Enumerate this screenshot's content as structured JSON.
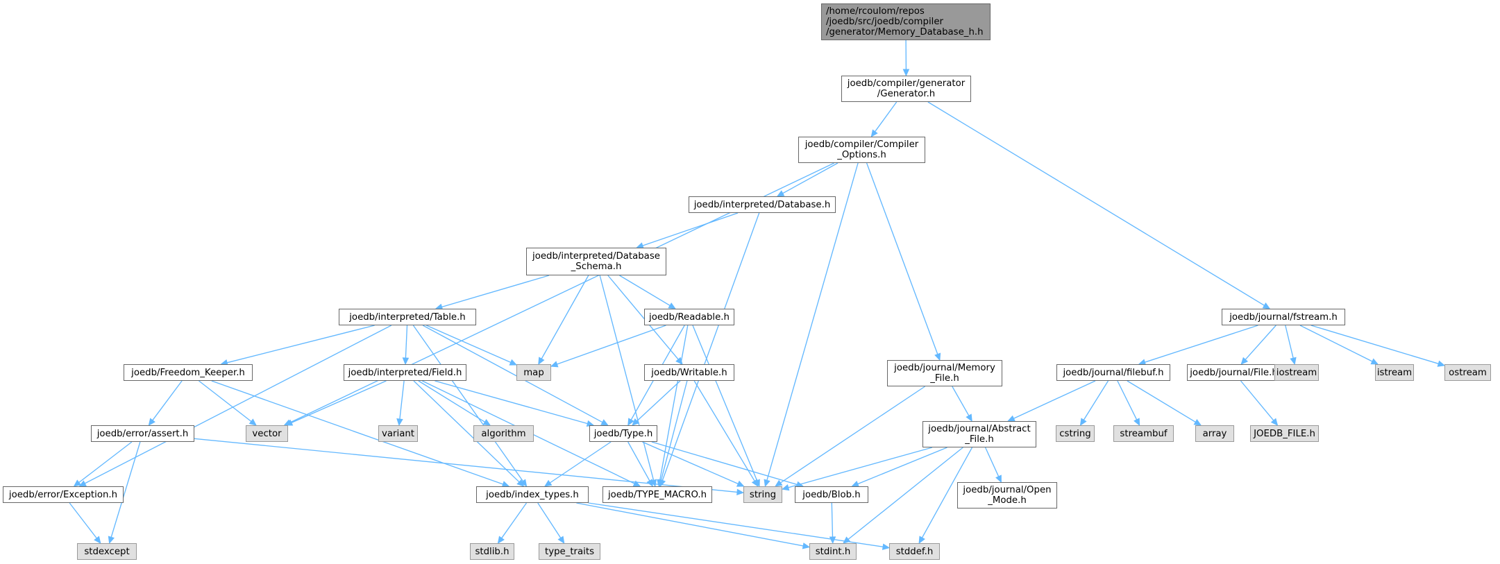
{
  "graph": {
    "title": "",
    "colors": {
      "edge": "#63b8ff",
      "node_border": "#666666",
      "root_fill": "#999999",
      "external_fill": "#e0e0e0"
    },
    "nodes": [
      {
        "id": "root",
        "label": "/home/rcoulom/repos\n/joedb/src/joedb/compiler\n/generator/Memory_Database_h.h",
        "kind": "root"
      },
      {
        "id": "generator",
        "label": "joedb/compiler/generator\n/Generator.h",
        "kind": "header"
      },
      {
        "id": "compiler_options",
        "label": "joedb/compiler/Compiler\n_Options.h",
        "kind": "header"
      },
      {
        "id": "interp_database",
        "label": "joedb/interpreted/Database.h",
        "kind": "header"
      },
      {
        "id": "db_schema",
        "label": "joedb/interpreted/Database\n_Schema.h",
        "kind": "header"
      },
      {
        "id": "interp_table",
        "label": "joedb/interpreted/Table.h",
        "kind": "header"
      },
      {
        "id": "readable",
        "label": "joedb/Readable.h",
        "kind": "header"
      },
      {
        "id": "fstream",
        "label": "joedb/journal/fstream.h",
        "kind": "header"
      },
      {
        "id": "map",
        "label": "map",
        "kind": "external"
      },
      {
        "id": "freedom_keeper",
        "label": "joedb/Freedom_Keeper.h",
        "kind": "header"
      },
      {
        "id": "interp_field",
        "label": "joedb/interpreted/Field.h",
        "kind": "header"
      },
      {
        "id": "writable",
        "label": "joedb/Writable.h",
        "kind": "header"
      },
      {
        "id": "memory_file",
        "label": "joedb/journal/Memory\n_File.h",
        "kind": "header"
      },
      {
        "id": "filebuf",
        "label": "joedb/journal/filebuf.h",
        "kind": "header"
      },
      {
        "id": "journal_file",
        "label": "joedb/journal/File.h",
        "kind": "header"
      },
      {
        "id": "iostream",
        "label": "iostream",
        "kind": "external"
      },
      {
        "id": "istream",
        "label": "istream",
        "kind": "external"
      },
      {
        "id": "ostream",
        "label": "ostream",
        "kind": "external"
      },
      {
        "id": "assert",
        "label": "joedb/error/assert.h",
        "kind": "header"
      },
      {
        "id": "vector",
        "label": "vector",
        "kind": "external"
      },
      {
        "id": "variant",
        "label": "variant",
        "kind": "external"
      },
      {
        "id": "algorithm",
        "label": "algorithm",
        "kind": "external"
      },
      {
        "id": "type_h",
        "label": "joedb/Type.h",
        "kind": "header"
      },
      {
        "id": "abstract_file",
        "label": "joedb/journal/Abstract\n_File.h",
        "kind": "header"
      },
      {
        "id": "cstring",
        "label": "cstring",
        "kind": "external"
      },
      {
        "id": "streambuf",
        "label": "streambuf",
        "kind": "external"
      },
      {
        "id": "array",
        "label": "array",
        "kind": "external"
      },
      {
        "id": "joedb_file_h",
        "label": "JOEDB_FILE.h",
        "kind": "external"
      },
      {
        "id": "exception",
        "label": "joedb/error/Exception.h",
        "kind": "header"
      },
      {
        "id": "index_types",
        "label": "joedb/index_types.h",
        "kind": "header"
      },
      {
        "id": "type_macro",
        "label": "joedb/TYPE_MACRO.h",
        "kind": "header"
      },
      {
        "id": "string",
        "label": "string",
        "kind": "external"
      },
      {
        "id": "blob",
        "label": "joedb/Blob.h",
        "kind": "header"
      },
      {
        "id": "open_mode",
        "label": "joedb/journal/Open\n_Mode.h",
        "kind": "header"
      },
      {
        "id": "stdexcept",
        "label": "stdexcept",
        "kind": "external"
      },
      {
        "id": "stdlib",
        "label": "stdlib.h",
        "kind": "external"
      },
      {
        "id": "type_traits",
        "label": "type_traits",
        "kind": "external"
      },
      {
        "id": "stdint",
        "label": "stdint.h",
        "kind": "external"
      },
      {
        "id": "stddef",
        "label": "stddef.h",
        "kind": "external"
      }
    ],
    "edges": [
      {
        "from": "root",
        "to": "generator"
      },
      {
        "from": "generator",
        "to": "compiler_options"
      },
      {
        "from": "generator",
        "to": "fstream"
      },
      {
        "from": "compiler_options",
        "to": "interp_database"
      },
      {
        "from": "compiler_options",
        "to": "vector"
      },
      {
        "from": "compiler_options",
        "to": "string"
      },
      {
        "from": "compiler_options",
        "to": "memory_file"
      },
      {
        "from": "interp_database",
        "to": "db_schema"
      },
      {
        "from": "interp_database",
        "to": "type_macro"
      },
      {
        "from": "db_schema",
        "to": "interp_table"
      },
      {
        "from": "db_schema",
        "to": "readable"
      },
      {
        "from": "db_schema",
        "to": "writable"
      },
      {
        "from": "db_schema",
        "to": "map"
      },
      {
        "from": "db_schema",
        "to": "type_macro"
      },
      {
        "from": "interp_table",
        "to": "freedom_keeper"
      },
      {
        "from": "interp_table",
        "to": "interp_field"
      },
      {
        "from": "interp_table",
        "to": "map"
      },
      {
        "from": "interp_table",
        "to": "type_h"
      },
      {
        "from": "interp_table",
        "to": "exception"
      },
      {
        "from": "interp_table",
        "to": "index_types"
      },
      {
        "from": "readable",
        "to": "map"
      },
      {
        "from": "readable",
        "to": "type_h"
      },
      {
        "from": "readable",
        "to": "type_macro"
      },
      {
        "from": "readable",
        "to": "string"
      },
      {
        "from": "freedom_keeper",
        "to": "assert"
      },
      {
        "from": "freedom_keeper",
        "to": "vector"
      },
      {
        "from": "freedom_keeper",
        "to": "index_types"
      },
      {
        "from": "interp_field",
        "to": "vector"
      },
      {
        "from": "interp_field",
        "to": "variant"
      },
      {
        "from": "interp_field",
        "to": "algorithm"
      },
      {
        "from": "interp_field",
        "to": "type_h"
      },
      {
        "from": "interp_field",
        "to": "type_macro"
      },
      {
        "from": "interp_field",
        "to": "index_types"
      },
      {
        "from": "writable",
        "to": "type_h"
      },
      {
        "from": "writable",
        "to": "type_macro"
      },
      {
        "from": "writable",
        "to": "string"
      },
      {
        "from": "assert",
        "to": "exception"
      },
      {
        "from": "assert",
        "to": "stdexcept"
      },
      {
        "from": "assert",
        "to": "string"
      },
      {
        "from": "exception",
        "to": "stdexcept"
      },
      {
        "from": "type_h",
        "to": "index_types"
      },
      {
        "from": "type_h",
        "to": "type_macro"
      },
      {
        "from": "type_h",
        "to": "string"
      },
      {
        "from": "type_h",
        "to": "blob"
      },
      {
        "from": "index_types",
        "to": "stdlib"
      },
      {
        "from": "index_types",
        "to": "type_traits"
      },
      {
        "from": "index_types",
        "to": "stdint"
      },
      {
        "from": "index_types",
        "to": "stddef"
      },
      {
        "from": "memory_file",
        "to": "abstract_file"
      },
      {
        "from": "memory_file",
        "to": "string"
      },
      {
        "from": "abstract_file",
        "to": "string"
      },
      {
        "from": "abstract_file",
        "to": "blob"
      },
      {
        "from": "abstract_file",
        "to": "open_mode"
      },
      {
        "from": "abstract_file",
        "to": "stdint"
      },
      {
        "from": "abstract_file",
        "to": "stddef"
      },
      {
        "from": "blob",
        "to": "stdint"
      },
      {
        "from": "fstream",
        "to": "filebuf"
      },
      {
        "from": "fstream",
        "to": "journal_file"
      },
      {
        "from": "fstream",
        "to": "iostream"
      },
      {
        "from": "fstream",
        "to": "istream"
      },
      {
        "from": "fstream",
        "to": "ostream"
      },
      {
        "from": "filebuf",
        "to": "abstract_file"
      },
      {
        "from": "filebuf",
        "to": "cstring"
      },
      {
        "from": "filebuf",
        "to": "streambuf"
      },
      {
        "from": "filebuf",
        "to": "array"
      },
      {
        "from": "journal_file",
        "to": "joedb_file_h"
      }
    ]
  }
}
